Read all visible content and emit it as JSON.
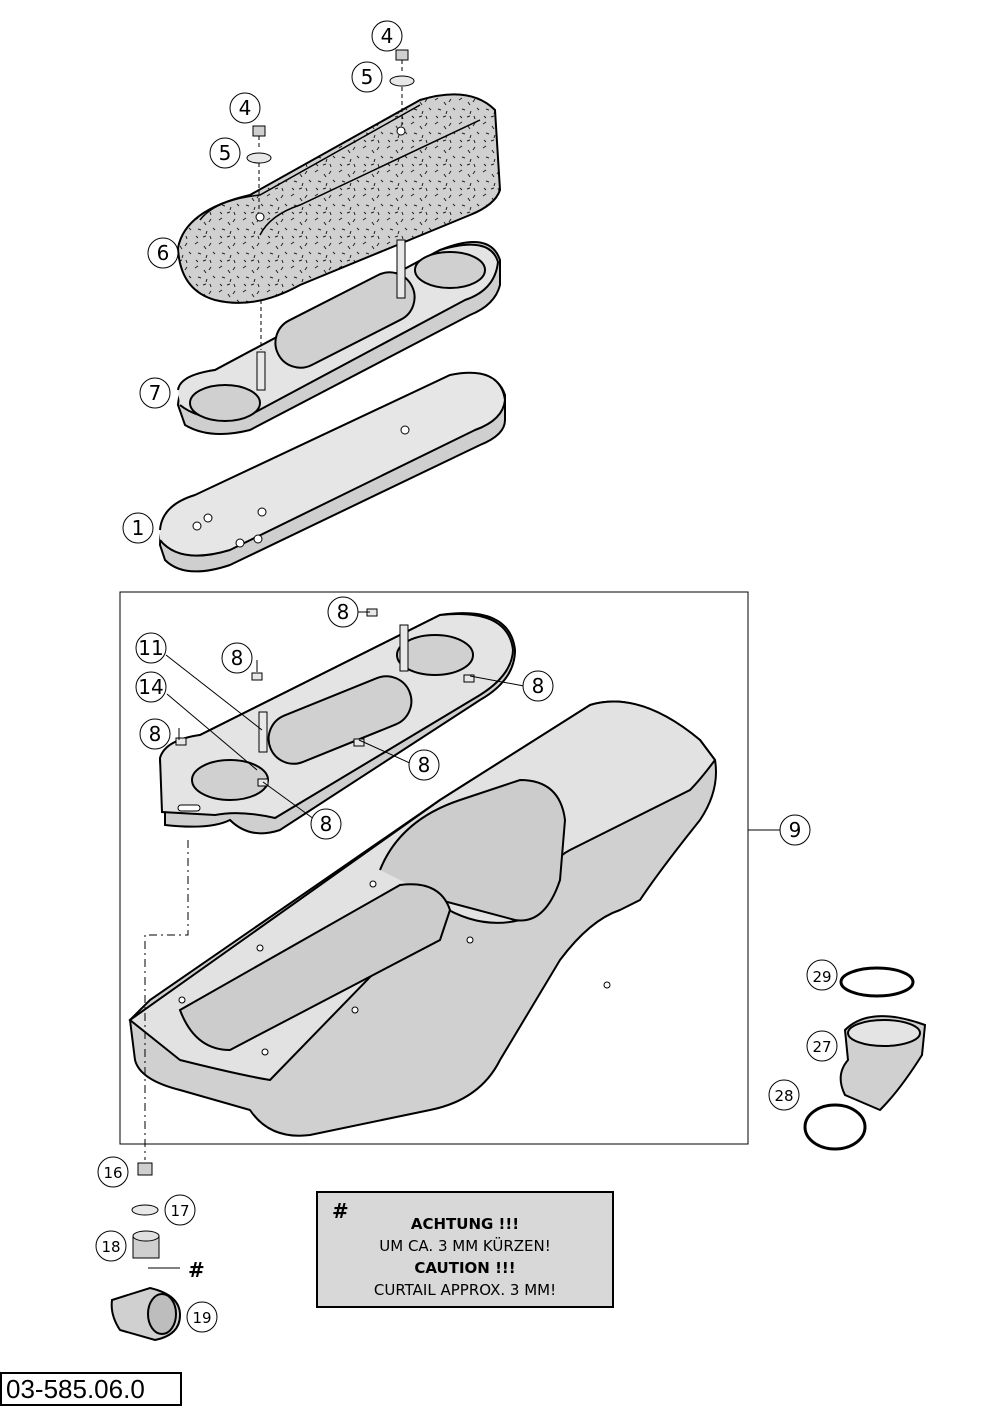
{
  "callouts": {
    "p1": "1",
    "p4a": "4",
    "p4b": "4",
    "p5a": "5",
    "p5b": "5",
    "p6": "6",
    "p7": "7",
    "p8a": "8",
    "p8b": "8",
    "p8c": "8",
    "p8d": "8",
    "p8e": "8",
    "p8f": "8",
    "p9": "9",
    "p11": "11",
    "p14": "14",
    "p16": "16",
    "p17": "17",
    "p18": "18",
    "p19": "19",
    "p27": "27",
    "p28": "28",
    "p29": "29"
  },
  "hash_marker": "#",
  "note": {
    "symbol": "#",
    "line1": "ACHTUNG !!!",
    "line2": "UM CA. 3 MM KÜRZEN!",
    "line3": "CAUTION !!!",
    "line4": "CURTAIL APPROX. 3 MM!"
  },
  "drawing_code": "03-585.06.0"
}
